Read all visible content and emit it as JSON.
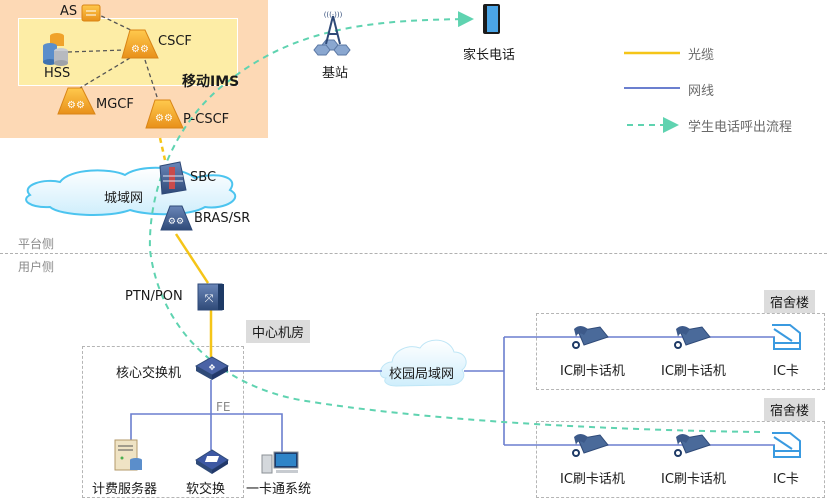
{
  "colors": {
    "fiber": "#f5c518",
    "ethernet": "#6b7fcf",
    "call_flow": "#5fd3b0",
    "ims_bg": "#fdd9b5",
    "ims_inner_bg": "#fdeda6",
    "device_orange": "#f0a22a",
    "device_blue": "#3d5a8a",
    "tag_bg": "#dcdcdc"
  },
  "ims": {
    "title": "移动IMS",
    "nodes": {
      "as": "AS",
      "hss": "HSS",
      "cscf": "CSCF",
      "mgcf": "MGCF",
      "pcscf": "P-CSCF"
    }
  },
  "external": {
    "base_station": "基站",
    "parent_phone": "家长电话"
  },
  "legend": {
    "items": [
      {
        "label": "光缆",
        "style": "fiber"
      },
      {
        "label": "网线",
        "style": "ethernet"
      },
      {
        "label": "学生电话呼出流程",
        "style": "call_flow"
      }
    ]
  },
  "platform": {
    "metro_network": "城域网",
    "sbc": "SBC",
    "bras": "BRAS/SR"
  },
  "sides": {
    "platform_side": "平台侧",
    "user_side": "用户侧"
  },
  "access": {
    "ptn": "PTN/PON"
  },
  "center_room": {
    "tag": "中心机房",
    "core_switch": "核心交换机",
    "fe": "FE",
    "devices": [
      {
        "label": "计费服务器",
        "icon": "server"
      },
      {
        "label": "软交换",
        "icon": "softswitch"
      },
      {
        "label": "一卡通系统",
        "icon": "pc"
      }
    ]
  },
  "campus_lan": "校园局域网",
  "dorms": [
    {
      "tag": "宿舍楼",
      "items": [
        {
          "label": "IC刷卡话机",
          "icon": "phone"
        },
        {
          "label": "IC刷卡话机",
          "icon": "phone"
        },
        {
          "label": "IC卡",
          "icon": "ic-card"
        }
      ]
    },
    {
      "tag": "宿舍楼",
      "items": [
        {
          "label": "IC刷卡话机",
          "icon": "phone"
        },
        {
          "label": "IC刷卡话机",
          "icon": "phone"
        },
        {
          "label": "IC卡",
          "icon": "ic-card"
        }
      ]
    }
  ]
}
